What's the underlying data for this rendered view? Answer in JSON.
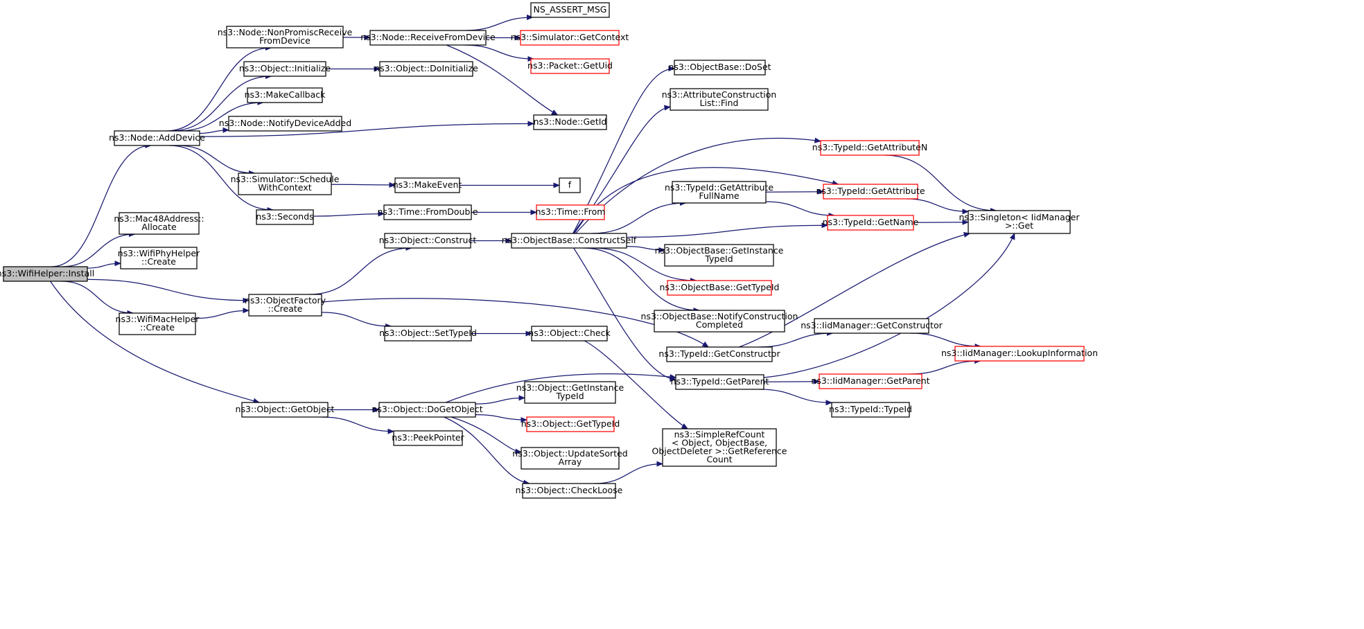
{
  "colors": {
    "edge": "#191970",
    "node_border": "#000000",
    "truncated_border": "#ff0000",
    "root_fill": "#bfbfbf",
    "node_fill": "#ffffff"
  },
  "graph": {
    "nodes": [
      {
        "id": "install",
        "lines": [
          "ns3::WifiHelper::Install"
        ],
        "style": "root"
      },
      {
        "id": "adddevice",
        "lines": [
          "ns3::Node::AddDevice"
        ],
        "style": "normal"
      },
      {
        "id": "nonpromisc",
        "lines": [
          "ns3::Node::NonPromiscReceive",
          "FromDevice"
        ],
        "style": "normal"
      },
      {
        "id": "receivefromdevice",
        "lines": [
          "ns3::Node::ReceiveFromDevice"
        ],
        "style": "normal"
      },
      {
        "id": "assertmsg",
        "lines": [
          "NS_ASSERT_MSG"
        ],
        "style": "normal"
      },
      {
        "id": "getcontext",
        "lines": [
          "ns3::Simulator::GetContext"
        ],
        "style": "truncated"
      },
      {
        "id": "getuid",
        "lines": [
          "ns3::Packet::GetUid"
        ],
        "style": "truncated"
      },
      {
        "id": "nodegetid",
        "lines": [
          "ns3::Node::GetId"
        ],
        "style": "normal"
      },
      {
        "id": "objinitialize",
        "lines": [
          "ns3::Object::Initialize"
        ],
        "style": "normal"
      },
      {
        "id": "objdoinitialize",
        "lines": [
          "ns3::Object::DoInitialize"
        ],
        "style": "normal"
      },
      {
        "id": "makecallback",
        "lines": [
          "ns3::MakeCallback"
        ],
        "style": "normal"
      },
      {
        "id": "notifydeviceadded",
        "lines": [
          "ns3::Node::NotifyDeviceAdded"
        ],
        "style": "normal"
      },
      {
        "id": "schedulewithcontext",
        "lines": [
          "ns3::Simulator::Schedule",
          "WithContext"
        ],
        "style": "normal"
      },
      {
        "id": "makeevent",
        "lines": [
          "ns3::MakeEvent"
        ],
        "style": "normal"
      },
      {
        "id": "f",
        "lines": [
          "f"
        ],
        "style": "normal"
      },
      {
        "id": "seconds",
        "lines": [
          "ns3::Seconds"
        ],
        "style": "normal"
      },
      {
        "id": "timefromdouble",
        "lines": [
          "ns3::Time::FromDouble"
        ],
        "style": "normal"
      },
      {
        "id": "timefrom",
        "lines": [
          "ns3::Time::From"
        ],
        "style": "truncated"
      },
      {
        "id": "mac48allocate",
        "lines": [
          "ns3::Mac48Address::",
          "Allocate"
        ],
        "style": "normal"
      },
      {
        "id": "wifiphycreate",
        "lines": [
          "ns3::WifiPhyHelper",
          "::Create"
        ],
        "style": "normal"
      },
      {
        "id": "wifimaccreate",
        "lines": [
          "ns3::WifiMacHelper",
          "::Create"
        ],
        "style": "normal"
      },
      {
        "id": "objfactorycreate",
        "lines": [
          "ns3::ObjectFactory",
          "::Create"
        ],
        "style": "normal"
      },
      {
        "id": "objconstruct",
        "lines": [
          "ns3::Object::Construct"
        ],
        "style": "normal"
      },
      {
        "id": "objbaseconstructself",
        "lines": [
          "ns3::ObjectBase::ConstructSelf"
        ],
        "style": "normal"
      },
      {
        "id": "objsettypeid",
        "lines": [
          "ns3::Object::SetTypeId"
        ],
        "style": "normal"
      },
      {
        "id": "objcheck",
        "lines": [
          "ns3::Object::Check"
        ],
        "style": "normal"
      },
      {
        "id": "objgetobject",
        "lines": [
          "ns3::Object::GetObject"
        ],
        "style": "normal"
      },
      {
        "id": "objdogetobject",
        "lines": [
          "ns3::Object::DoGetObject"
        ],
        "style": "normal"
      },
      {
        "id": "peekpointer",
        "lines": [
          "ns3::PeekPointer"
        ],
        "style": "normal"
      },
      {
        "id": "objbasedoset",
        "lines": [
          "ns3::ObjectBase::DoSet"
        ],
        "style": "normal"
      },
      {
        "id": "attrconstlistfind",
        "lines": [
          "ns3::AttributeConstruction",
          "List::Find"
        ],
        "style": "normal"
      },
      {
        "id": "typeidgetattributefullname",
        "lines": [
          "ns3::TypeId::GetAttribute",
          "FullName"
        ],
        "style": "normal"
      },
      {
        "id": "objbasegetinstancetypeid",
        "lines": [
          "ns3::ObjectBase::GetInstance",
          "TypeId"
        ],
        "style": "normal"
      },
      {
        "id": "objbasegettypeid",
        "lines": [
          "ns3::ObjectBase::GetTypeId"
        ],
        "style": "truncated"
      },
      {
        "id": "objbasenotifyconstructioncompleted",
        "lines": [
          "ns3::ObjectBase::NotifyConstruction",
          "Completed"
        ],
        "style": "normal"
      },
      {
        "id": "typeidgetconstructor",
        "lines": [
          "ns3::TypeId::GetConstructor"
        ],
        "style": "normal"
      },
      {
        "id": "typeidgetparent",
        "lines": [
          "ns3::TypeId::GetParent"
        ],
        "style": "normal"
      },
      {
        "id": "objgetinstancetypeid",
        "lines": [
          "ns3::Object::GetInstance",
          "TypeId"
        ],
        "style": "normal"
      },
      {
        "id": "objgettypeid",
        "lines": [
          "ns3::Object::GetTypeId"
        ],
        "style": "truncated"
      },
      {
        "id": "objupdatesortedarray",
        "lines": [
          "ns3::Object::UpdateSorted",
          "Array"
        ],
        "style": "normal"
      },
      {
        "id": "objcheckloose",
        "lines": [
          "ns3::Object::CheckLoose"
        ],
        "style": "normal"
      },
      {
        "id": "simplerefcount",
        "lines": [
          "ns3::SimpleRefCount",
          "< Object, ObjectBase,",
          "ObjectDeleter >::GetReference",
          "Count"
        ],
        "style": "normal"
      },
      {
        "id": "typeidgetattributen",
        "lines": [
          "ns3::TypeId::GetAttributeN"
        ],
        "style": "truncated"
      },
      {
        "id": "typeidgetattribute",
        "lines": [
          "ns3::TypeId::GetAttribute"
        ],
        "style": "truncated"
      },
      {
        "id": "typeidgetname",
        "lines": [
          "ns3::TypeId::GetName"
        ],
        "style": "truncated"
      },
      {
        "id": "iidmanagergetconstructor",
        "lines": [
          "ns3::IidManager::GetConstructor"
        ],
        "style": "normal"
      },
      {
        "id": "iidmanagergetparent",
        "lines": [
          "ns3::IidManager::GetParent"
        ],
        "style": "truncated"
      },
      {
        "id": "typeidtypeid",
        "lines": [
          "ns3::TypeId::TypeId"
        ],
        "style": "normal"
      },
      {
        "id": "singletonget",
        "lines": [
          "ns3::Singleton< IidManager",
          ">::Get"
        ],
        "style": "normal"
      },
      {
        "id": "iidmanagerlookupinformation",
        "lines": [
          "ns3::IidManager::LookupInformation"
        ],
        "style": "truncated"
      }
    ],
    "edges": [
      {
        "from": "install",
        "to": "adddevice"
      },
      {
        "from": "install",
        "to": "mac48allocate"
      },
      {
        "from": "install",
        "to": "wifiphycreate"
      },
      {
        "from": "install",
        "to": "objfactorycreate"
      },
      {
        "from": "install",
        "to": "wifimaccreate"
      },
      {
        "from": "install",
        "to": "objgetobject"
      },
      {
        "from": "adddevice",
        "to": "nonpromisc"
      },
      {
        "from": "adddevice",
        "to": "objinitialize"
      },
      {
        "from": "adddevice",
        "to": "makecallback"
      },
      {
        "from": "adddevice",
        "to": "notifydeviceadded"
      },
      {
        "from": "adddevice",
        "to": "nodegetid"
      },
      {
        "from": "adddevice",
        "to": "schedulewithcontext"
      },
      {
        "from": "adddevice",
        "to": "seconds"
      },
      {
        "from": "nonpromisc",
        "to": "receivefromdevice"
      },
      {
        "from": "receivefromdevice",
        "to": "assertmsg"
      },
      {
        "from": "receivefromdevice",
        "to": "getcontext"
      },
      {
        "from": "receivefromdevice",
        "to": "getuid"
      },
      {
        "from": "receivefromdevice",
        "to": "nodegetid"
      },
      {
        "from": "objinitialize",
        "to": "objdoinitialize"
      },
      {
        "from": "schedulewithcontext",
        "to": "makeevent"
      },
      {
        "from": "makeevent",
        "to": "f"
      },
      {
        "from": "seconds",
        "to": "timefromdouble"
      },
      {
        "from": "timefromdouble",
        "to": "timefrom"
      },
      {
        "from": "wifimaccreate",
        "to": "objfactorycreate"
      },
      {
        "from": "objfactorycreate",
        "to": "objconstruct"
      },
      {
        "from": "objfactorycreate",
        "to": "objsettypeid"
      },
      {
        "from": "objfactorycreate",
        "to": "typeidgetconstructor"
      },
      {
        "from": "objconstruct",
        "to": "objbaseconstructself"
      },
      {
        "from": "objsettypeid",
        "to": "objcheck"
      },
      {
        "from": "objcheck",
        "to": "simplerefcount"
      },
      {
        "from": "objgetobject",
        "to": "objdogetobject"
      },
      {
        "from": "objgetobject",
        "to": "peekpointer"
      },
      {
        "from": "objdogetobject",
        "to": "typeidgetparent"
      },
      {
        "from": "objdogetobject",
        "to": "objgetinstancetypeid"
      },
      {
        "from": "objdogetobject",
        "to": "objgettypeid"
      },
      {
        "from": "objdogetobject",
        "to": "objupdatesortedarray"
      },
      {
        "from": "objdogetobject",
        "to": "objcheckloose"
      },
      {
        "from": "objcheckloose",
        "to": "simplerefcount"
      },
      {
        "from": "objbaseconstructself",
        "to": "objbasedoset"
      },
      {
        "from": "objbaseconstructself",
        "to": "attrconstlistfind"
      },
      {
        "from": "objbaseconstructself",
        "to": "typeidgetattributen"
      },
      {
        "from": "objbaseconstructself",
        "to": "typeidgetattribute"
      },
      {
        "from": "objbaseconstructself",
        "to": "typeidgetattributefullname"
      },
      {
        "from": "objbaseconstructself",
        "to": "typeidgetname"
      },
      {
        "from": "objbaseconstructself",
        "to": "objbasegetinstancetypeid"
      },
      {
        "from": "objbaseconstructself",
        "to": "objbasegettypeid"
      },
      {
        "from": "objbaseconstructself",
        "to": "objbasenotifyconstructioncompleted"
      },
      {
        "from": "objbaseconstructself",
        "to": "typeidgetparent"
      },
      {
        "from": "typeidgetattributefullname",
        "to": "typeidgetattribute"
      },
      {
        "from": "typeidgetattributefullname",
        "to": "typeidgetname"
      },
      {
        "from": "typeidgetattributen",
        "to": "singletonget"
      },
      {
        "from": "typeidgetattribute",
        "to": "singletonget"
      },
      {
        "from": "typeidgetname",
        "to": "singletonget"
      },
      {
        "from": "typeidgetconstructor",
        "to": "singletonget"
      },
      {
        "from": "typeidgetconstructor",
        "to": "iidmanagergetconstructor"
      },
      {
        "from": "iidmanagergetconstructor",
        "to": "iidmanagerlookupinformation"
      },
      {
        "from": "typeidgetparent",
        "to": "singletonget"
      },
      {
        "from": "typeidgetparent",
        "to": "iidmanagergetparent"
      },
      {
        "from": "typeidgetparent",
        "to": "typeidtypeid"
      },
      {
        "from": "iidmanagergetparent",
        "to": "iidmanagerlookupinformation"
      }
    ]
  }
}
